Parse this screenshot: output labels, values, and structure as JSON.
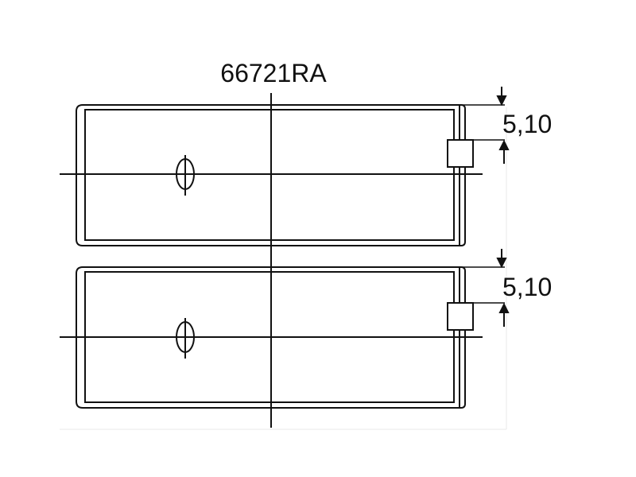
{
  "part_number": "66721RA",
  "upper_shell": {
    "dimension_label": "5,10"
  },
  "lower_shell": {
    "dimension_label": "5,10"
  },
  "colors": {
    "line": "#111111",
    "background": "#ffffff",
    "frame_edge": "#e8e8e8"
  }
}
